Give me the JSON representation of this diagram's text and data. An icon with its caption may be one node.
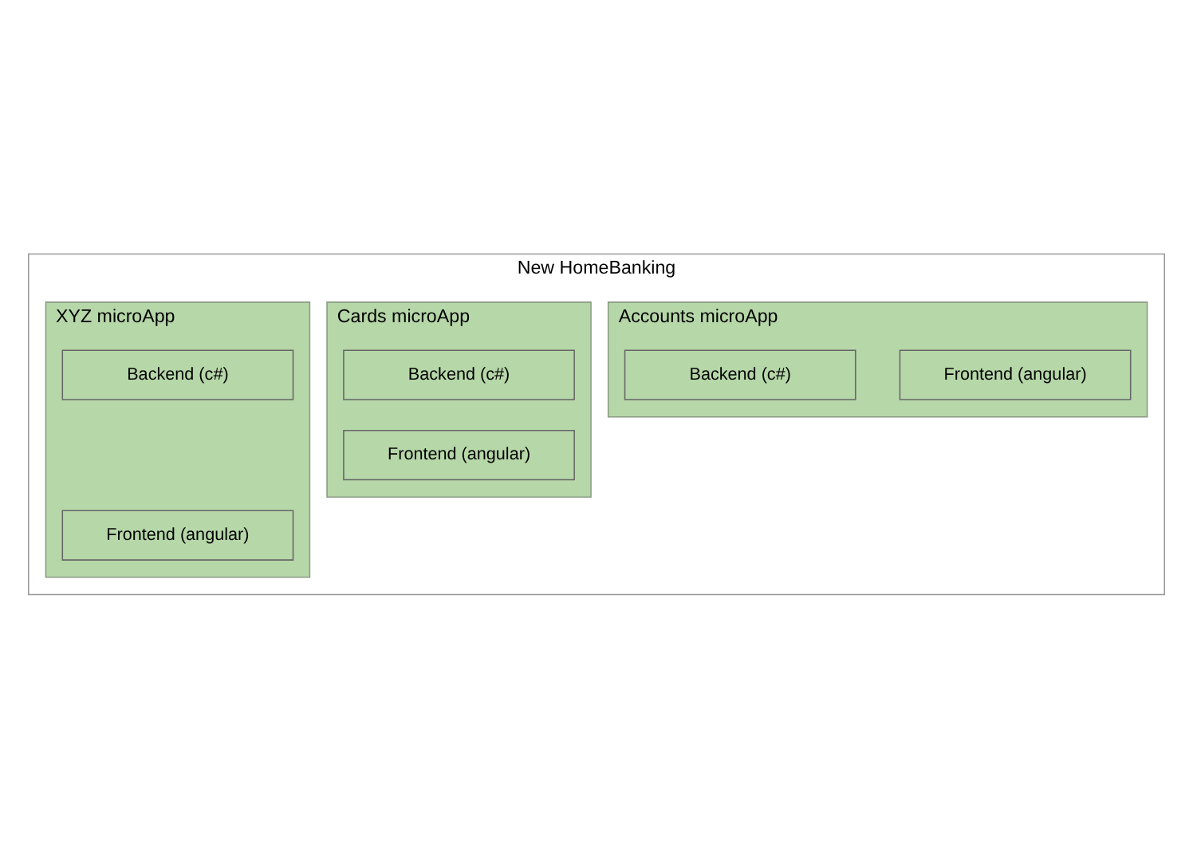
{
  "diagram": {
    "nodes": [
      {
        "text": [
          "New HomeBanking"
        ]
      },
      {
        "text": [
          "Accounts microApp"
        ],
        "in": 0
      },
      {
        "text": [
          "Frontend (angular)"
        ],
        "in": 1
      },
      {
        "text": [
          "Backend (c#)"
        ],
        "in": 1
      },
      {
        "text": [
          "Cards microApp"
        ],
        "in": 0
      },
      {
        "text": [
          "Frontend (angular)"
        ],
        "in": 4
      },
      {
        "text": [
          "Backend (c#)"
        ],
        "in": 4
      },
      {
        "text": [
          "XYZ microApp"
        ],
        "in": 0
      },
      {
        "text": [
          "Frontend (angular)"
        ],
        "in": 7
      },
      {
        "text": [
          "Backend (c#)"
        ],
        "in": 7
      }
    ],
    "edges": []
  }
}
